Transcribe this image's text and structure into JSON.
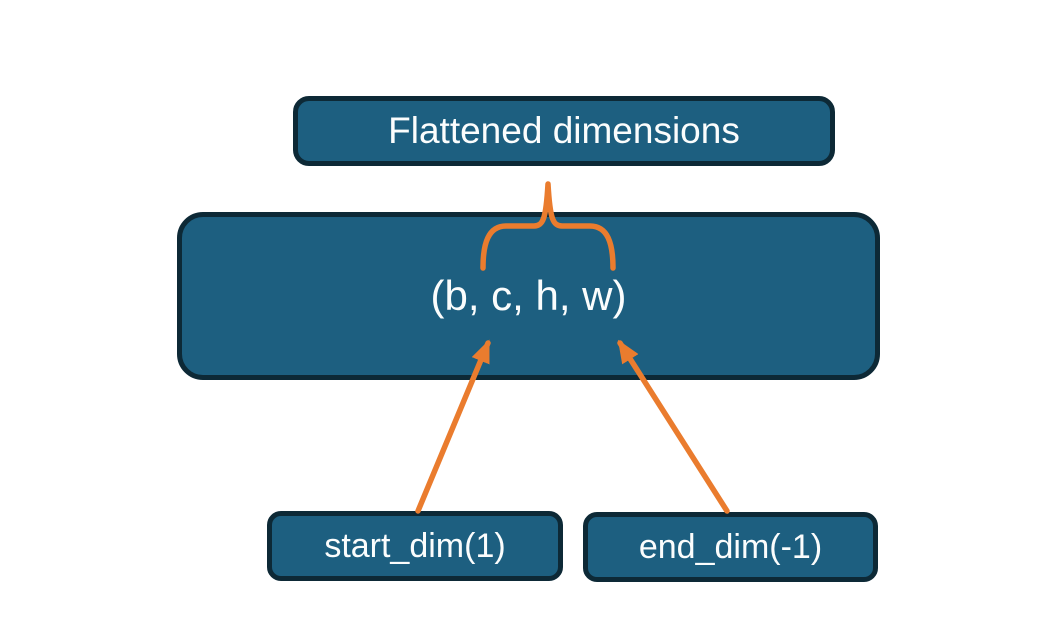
{
  "diagram": {
    "nodes": {
      "flattened_dimensions": {
        "label": "Flattened dimensions"
      },
      "tensor_shape": {
        "label": "(b, c, h, w)"
      },
      "start_dim": {
        "label": "start_dim(1)"
      },
      "end_dim": {
        "label": "end_dim(-1)"
      }
    },
    "connectors": [
      {
        "name": "flatten-span-brace",
        "type": "brace",
        "from": "flattened_dimensions",
        "spans": "c, h, w"
      },
      {
        "name": "start-dim-arrow",
        "type": "arrow",
        "from": "start_dim",
        "points_to": "c"
      },
      {
        "name": "end-dim-arrow",
        "type": "arrow",
        "from": "end_dim",
        "points_to": "w"
      }
    ]
  },
  "colors": {
    "background": "#ffffff",
    "box_fill": "#1d5f80",
    "box_border": "#0d2936",
    "accent": "#ea7c2e",
    "label_text": "#fbfdfd"
  }
}
